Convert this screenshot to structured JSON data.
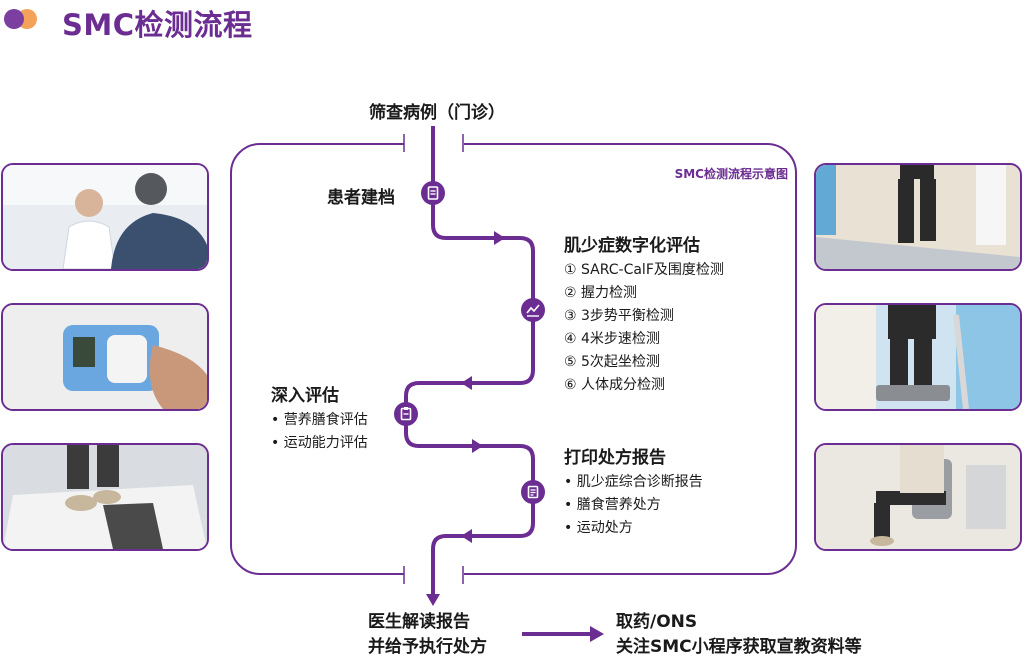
{
  "header": {
    "title": "SMC检测流程"
  },
  "diagram": {
    "caption": "SMC检测流程示意图",
    "start": "筛查病例（门诊）",
    "steps": [
      {
        "title": "患者建档",
        "items": []
      },
      {
        "title": "肌少症数字化评估",
        "items": [
          "① SARC-CalF及围度检测",
          "② 握力检测",
          "③ 3步势平衡检测",
          "④ 4米步速检测",
          "⑤ 5次起坐检测",
          "⑥ 人体成分检测"
        ]
      },
      {
        "title": "深入评估",
        "items": [
          "• 营养膳食评估",
          "• 运动能力评估"
        ]
      },
      {
        "title": "打印处方报告",
        "items": [
          "• 肌少症综合诊断报告",
          "• 膳食营养处方",
          "• 运动处方"
        ]
      }
    ],
    "end_left": [
      "医生解读报告",
      "并给予执行处方"
    ],
    "end_right": [
      "取药/ONS",
      "关注SMC小程序获取宣教资料等"
    ]
  },
  "colors": {
    "accent": "#6b2d91",
    "logo_purple": "#7b3fa0",
    "logo_orange": "#f4a259"
  },
  "icons": [
    "document-icon",
    "chart-icon",
    "clipboard-icon",
    "report-icon"
  ]
}
